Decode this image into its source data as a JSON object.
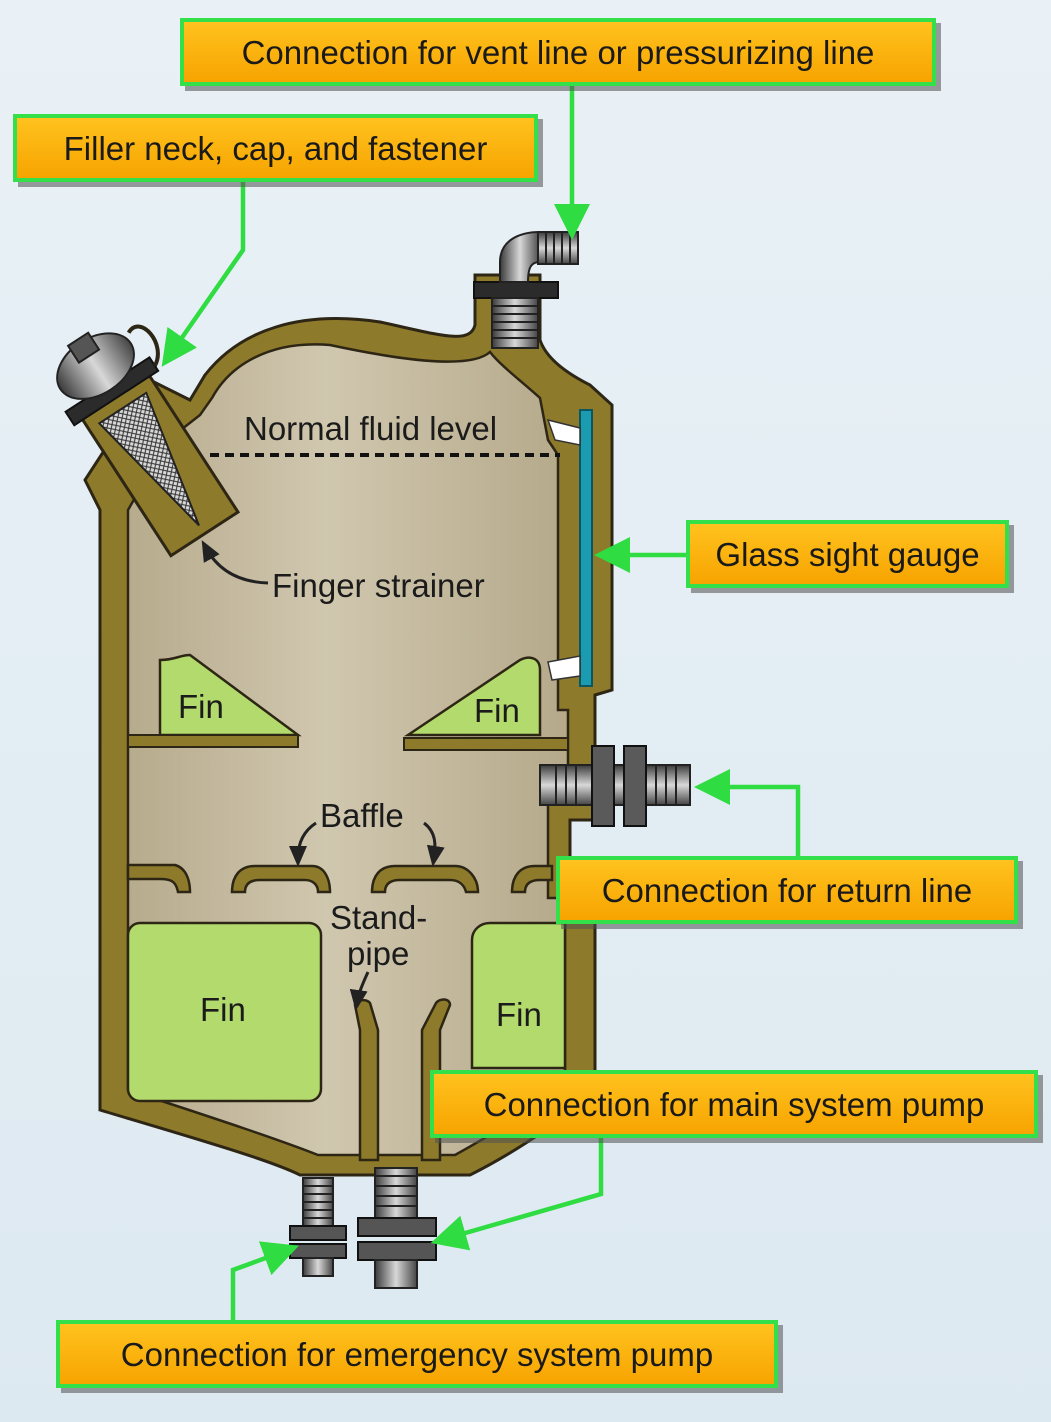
{
  "callouts": {
    "vent": "Connection for vent line or pressurizing line",
    "filler": "Filler neck, cap, and fastener",
    "sight_gauge": "Glass sight gauge",
    "return_line": "Connection for return line",
    "main_pump": "Connection for main system pump",
    "emergency_pump": "Connection for emergency system pump"
  },
  "labels": {
    "fluid_level": "Normal fluid level",
    "strainer": "Finger strainer",
    "fin": "Fin",
    "baffle": "Baffle",
    "standpipe_1": "Stand-",
    "standpipe_2": "pipe"
  },
  "colors": {
    "callout_fill": "#f9ab00",
    "callout_border": "#34e04a",
    "tank_wall": "#8f7a2a",
    "tank_interior": "#c8bea4",
    "fin_fill": "#b3da6c",
    "sight_gauge": "#1a9bb0"
  }
}
